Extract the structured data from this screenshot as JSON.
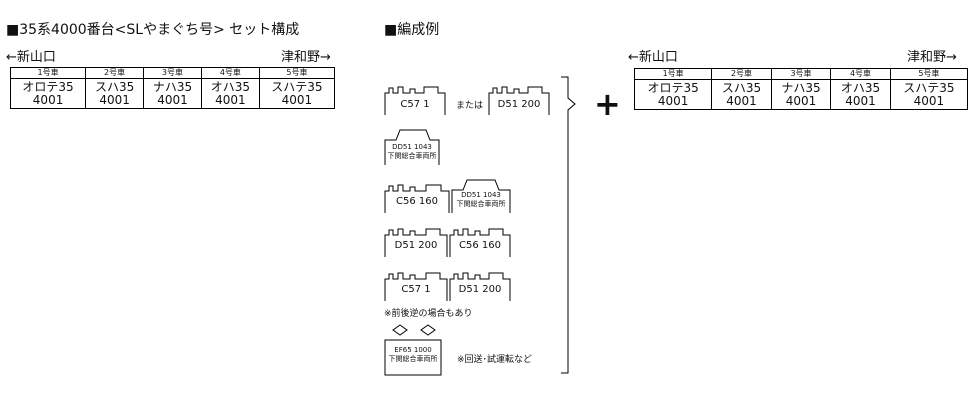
{
  "left_panel": {
    "title": "■35系4000番台<SLやまぐち号> セット構成",
    "dir_left": "←新山口",
    "dir_right": "津和野→",
    "cars": [
      {
        "num": "1号車",
        "l1": "オロテ35",
        "l2": "4001"
      },
      {
        "num": "2号車",
        "l1": "スハ35",
        "l2": "4001"
      },
      {
        "num": "3号車",
        "l1": "ナハ35",
        "l2": "4001"
      },
      {
        "num": "4号車",
        "l1": "オハ35",
        "l2": "4001"
      },
      {
        "num": "5号車",
        "l1": "スハテ35",
        "l2": "4001"
      }
    ]
  },
  "formation": {
    "title": "■編成例",
    "or_text": "または",
    "locos": {
      "c571": "C57 1",
      "d51200": "D51 200",
      "c56160": "C56 160",
      "dd51_1043": "DD51 1043",
      "depot": "下関総合車両所",
      "ef65_1000": "EF65 1000"
    },
    "note_reverse": "※前後逆の場合もあり",
    "note_misc": "※回送･試運転など",
    "plus": "+"
  },
  "right_panel": {
    "dir_left": "←新山口",
    "dir_right": "津和野→",
    "cars": [
      {
        "num": "1号車",
        "l1": "オロテ35",
        "l2": "4001"
      },
      {
        "num": "2号車",
        "l1": "スハ35",
        "l2": "4001"
      },
      {
        "num": "3号車",
        "l1": "ナハ35",
        "l2": "4001"
      },
      {
        "num": "4号車",
        "l1": "オハ35",
        "l2": "4001"
      },
      {
        "num": "5号車",
        "l1": "スハテ35",
        "l2": "4001"
      }
    ]
  }
}
